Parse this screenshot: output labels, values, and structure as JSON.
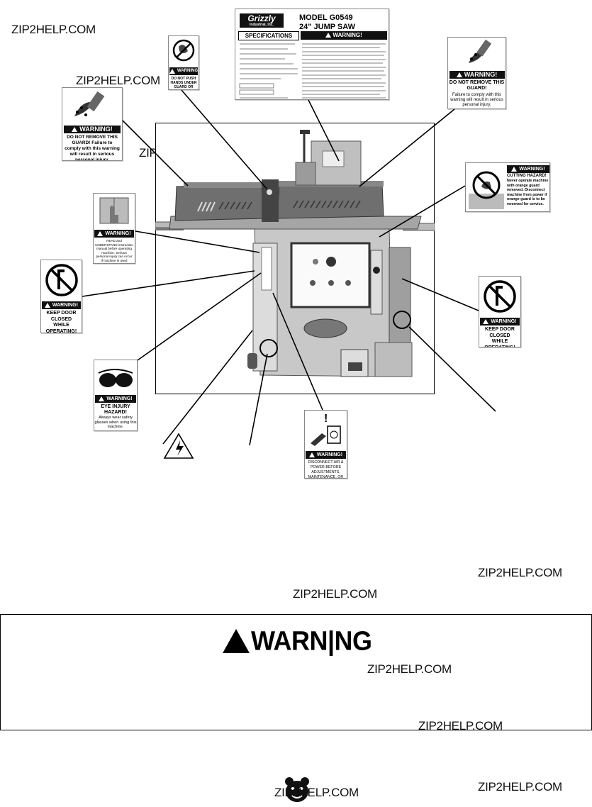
{
  "watermark": "ZIP2HELP.COM",
  "spec_sheet": {
    "brand": "Grizzly",
    "brand_sub": "Industrial, Inc.",
    "model": "MODEL G0549",
    "name": "24\" JUMP SAW",
    "specifications_label": "SPECIFICATIONS",
    "warning_label": "WARNING!"
  },
  "labels": {
    "pinch": {
      "header": "WARNING",
      "text": "DO NOT PUSH HANDS UNDER GUARD OR CUTTER!"
    },
    "guard_left": {
      "header": "WARNING!",
      "text": "DO NOT REMOVE THIS GUARD! Failure to comply with this warning will result in serious personal injury."
    },
    "guard_right": {
      "header": "WARNING!",
      "title": "DO NOT REMOVE THIS GUARD!",
      "text": "Failure to comply with this warning will result in serious personal injury."
    },
    "manual": {
      "header": "WARNING!",
      "text": "READ and UNDERSTAND instruction manual before operating machine. Serious personal injury can occur if machine is used improperly."
    },
    "door_left": {
      "header": "WARNING!",
      "text": "KEEP DOOR CLOSED WHILE OPERATING!"
    },
    "cutting": {
      "header": "WARNING!",
      "title": "CUTTING HAZARD!",
      "text": "Never operate machine with orange guard removed. Disconnect machine from power if orange guard is to be removed for service."
    },
    "door_right": {
      "header": "WARNING!",
      "text": "KEEP DOOR CLOSED WHILE OPERATING!"
    },
    "eye": {
      "header": "WARNING!",
      "title": "EYE INJURY HAZARD!",
      "text": "Always wear safety glasses when using this machine."
    },
    "disconnect": {
      "header": "WARNING!",
      "text": "DISCONNECT AIR & POWER BEFORE ADJUSTMENTS, MAINTENANCE, OR SERVICE."
    }
  },
  "warning_box": {
    "title": "WARN|NG"
  },
  "colors": {
    "ink": "#000000",
    "machine_gray": "#8a8a8a",
    "label_black": "#111111"
  }
}
